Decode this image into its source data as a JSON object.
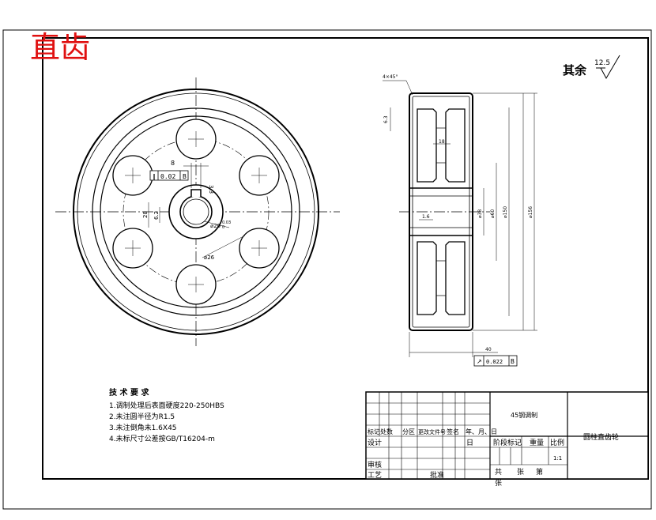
{
  "drawing": {
    "title_stamp": "直齿",
    "surface_note": {
      "label": "其余",
      "roughness": "12.5"
    },
    "tech_requirements": {
      "heading": "技 术 要 求",
      "items": [
        "1.调制处理后表面硬度220-250HBS",
        "2.未注圆半径为R1.5",
        "3.未注倒角未1.6X45",
        "4.未标尺寸公差按GB/T16204-m"
      ]
    },
    "front_view": {
      "dim_keyway_width": "8",
      "tol_flatness": "0.02",
      "tol_datum": "B",
      "dim_keyway_depth": "3.3",
      "dim_small": "6.2",
      "dim_hub_y": "28",
      "dim_bore": "⌀20",
      "dim_bore_tol": "0.03",
      "dim_bore_tol_low": "0",
      "dim_hole_circle": "⌀26"
    },
    "side_view": {
      "chamfer": "4×45°",
      "dim_rim": "6.3",
      "dim_web": "18",
      "dim_chamfer_center": "1.6",
      "dim_d1": "⌀38",
      "dim_d2": "⌀60",
      "dim_d3": "⌀150",
      "dim_d4": "⌀156",
      "dim_width": "40",
      "tol_runout": "0.022",
      "tol_datum": "B"
    },
    "title_block": {
      "material": "45钢调制",
      "part_name": "圆柱直齿轮",
      "header_cols": [
        "标记",
        "处数",
        "分区",
        "更改文件号",
        "签名",
        "年、月、日"
      ],
      "rows": [
        "设计",
        "审核",
        "工艺"
      ],
      "row_extra": [
        "日",
        "批准"
      ],
      "right_labels": [
        "阶段标记",
        "重量",
        "比例"
      ],
      "scale": "1:1",
      "sheet_labels": [
        "共",
        "张",
        "第",
        "张"
      ]
    }
  }
}
